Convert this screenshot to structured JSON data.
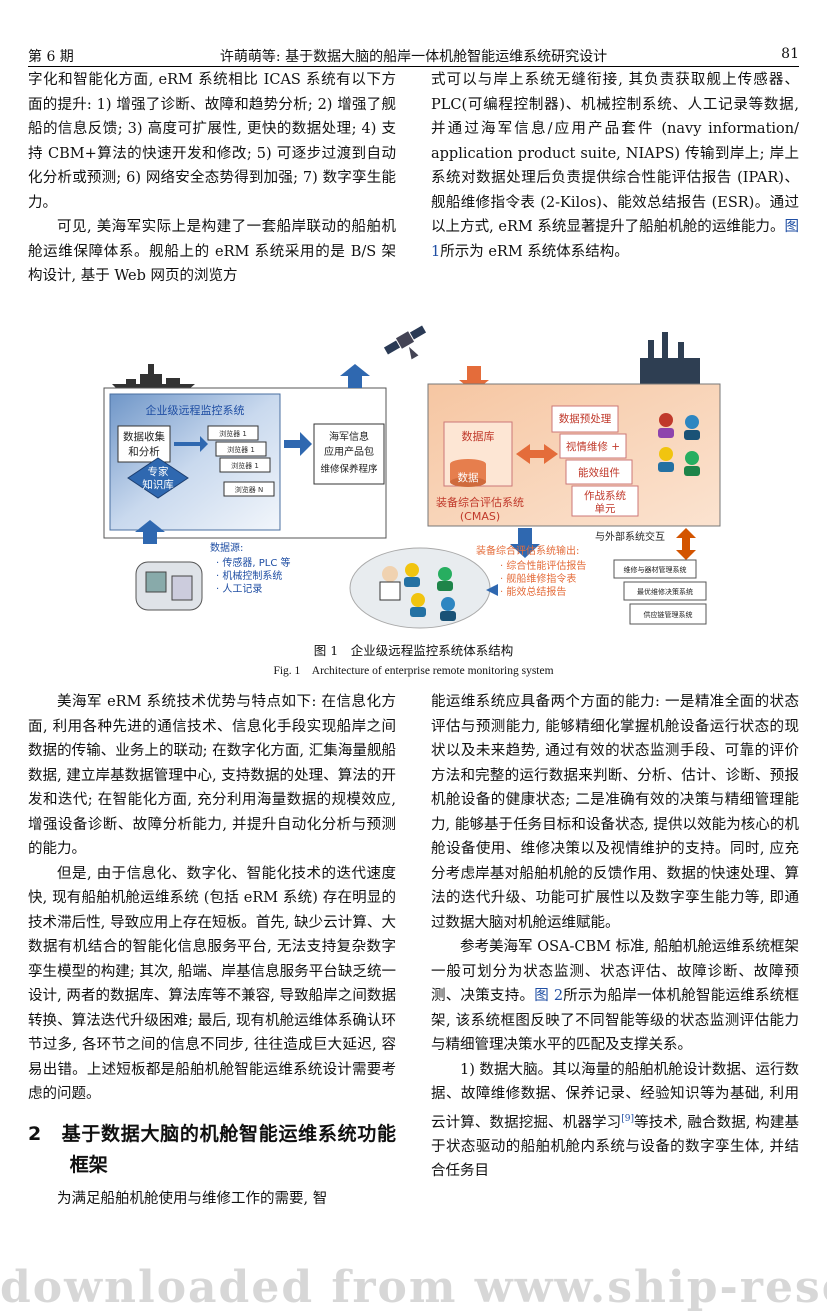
{
  "header": {
    "issue": "第 6 期",
    "title": "许萌萌等: 基于数据大脑的船岸一体机舱智能运维系统研究设计",
    "page_number": "81"
  },
  "col_left_top": [
    "字化和智能化方面, eRM 系统相比 ICAS 系统有以下方面的提升: 1) 增强了诊断、故障和趋势分析; 2) 增强了舰船的信息反馈; 3) 高度可扩展性, 更快的数据处理; 4) 支持 CBM+算法的快速开发和修改; 5) 可逐步过渡到自动化分析或预测; 6) 网络安全态势得到加强; 7) 数字孪生能力。",
    "可见, 美海军实际上是构建了一套船岸联动的船舶机舱运维保障体系。舰船上的 eRM 系统采用的是 B/S 架构设计, 基于 Web 网页的浏览方"
  ],
  "col_right_top": {
    "text": "式可以与岸上系统无缝衔接, 其负责获取舰上传感器、PLC(可编程控制器)、机械控制系统、人工记录等数据, 并通过海军信息/应用产品套件 (navy information/ application product suite, NIAPS) 传输到岸上; 岸上系统对数据处理后负责提供综合性能评估报告 (IPAR)、舰船维修指令表 (2-Kilos)、能效总结报告 (ESR)。通过以上方式, eRM 系统显著提升了船舶机舱的运维能力。",
    "fig_ref": "图 1",
    "tail": "所示为 eRM 系统体系结构。"
  },
  "figure": {
    "enterprise_title": "企业级远程监控系统",
    "data_collect_1": "数据收集",
    "data_collect_2": "和分析",
    "expert_1": "专家",
    "expert_2": "知识库",
    "browser_1": "浏览器 1",
    "browser_2": "浏览器 1",
    "browser_3": "浏览器 1",
    "browser_n": "浏览器 N",
    "navy_1": "海军信息",
    "navy_2": "应用产品包",
    "navy_3": "维修保养程序",
    "database_label": "数据库",
    "data_label": "数据",
    "cmas_1": "装备综合评估系统",
    "cmas_2": "(CMAS)",
    "preprocess": "数据预处理",
    "cbm": "视情维修 +",
    "energy": "能效组件",
    "ops_1": "作战系统",
    "ops_2": "单元",
    "external": "与外部系统交互",
    "sources_title": "数据源:",
    "sources": [
      "· 传感器, PLC 等",
      "· 机械控制系统",
      "· 人工记录"
    ],
    "output_title": "装备综合评估系统输出:",
    "outputs": [
      "· 综合性能评估报告",
      "· 舰船维修指令表",
      "· 能效总结报告"
    ],
    "ext_systems": [
      "维修与器材管理系统",
      "最优维修决策系统",
      "供应链管理系统"
    ]
  },
  "caption": {
    "cn": "图 1　企业级远程监控系统体系结构",
    "en": "Fig. 1　Architecture of enterprise remote monitoring system"
  },
  "col_left_bottom": {
    "p1": "美海军 eRM 系统技术优势与特点如下: 在信息化方面, 利用各种先进的通信技术、信息化手段实现船岸之间数据的传输、业务上的联动; 在数字化方面, 汇集海量舰船数据, 建立岸基数据管理中心, 支持数据的处理、算法的开发和迭代; 在智能化方面, 充分利用海量数据的规模效应, 增强设备诊断、故障分析能力, 并提升自动化分析与预测的能力。",
    "p2": "但是, 由于信息化、数字化、智能化技术的迭代速度快, 现有船舶机舱运维系统 (包括 eRM 系统) 存在明显的技术滞后性, 导致应用上存在短板。首先, 缺少云计算、大数据有机结合的智能化信息服务平台, 无法支持复杂数字孪生模型的构建; 其次, 船端、岸基信息服务平台缺乏统一设计, 两者的数据库、算法库等不兼容, 导致船岸之间数据转换、算法迭代升级困难; 最后, 现有机舱运维体系确认环节过多, 各环节之间的信息不同步, 往往造成巨大延迟, 容易出错。上述短板都是船舶机舱智能运维系统设计需要考虑的问题。",
    "heading": "2　基于数据大脑的机舱智能运维系统功能框架",
    "p3": "为满足船舶机舱使用与维修工作的需要, 智"
  },
  "col_right_bottom": {
    "p1": "能运维系统应具备两个方面的能力: 一是精准全面的状态评估与预测能力, 能够精细化掌握机舱设备运行状态的现状以及未来趋势, 通过有效的状态监测手段、可靠的评价方法和完整的运行数据来判断、分析、估计、诊断、预报机舱设备的健康状态; 二是准确有效的决策与精细管理能力, 能够基于任务目标和设备状态, 提供以效能为核心的机舱设备使用、维修决策以及视情维护的支持。同时, 应充分考虑岸基对船舶机舱的反馈作用、数据的快速处理、算法的迭代升级、功能可扩展性以及数字孪生能力等, 即通过数据大脑对机舱运维赋能。",
    "p2": "参考美海军 OSA-CBM 标准, 船舶机舱运维系统框架一般可划分为状态监测、状态评估、故障诊断、故障预测、决策支持。",
    "p2_ref": "图 2",
    "p2_tail": "所示为船岸一体机舱智能运维系统框架, 该系统框图反映了不同智能等级的状态监测评估能力与精细管理决策水平的匹配及支撑关系。",
    "p3": "1) 数据大脑。其以海量的船舶机舱设计数据、运行数据、故障维修数据、保养记录、经验知识等为基础, 利用云计算、数据挖掘、机器学习",
    "p3_cite": "[9]",
    "p3_tail": "等技术, 融合数据, 构建基于状态驱动的船舶机舱内系统与设备的数字孪生体, 并结合任务目"
  },
  "watermark": "downloaded from www.ship-research.com"
}
